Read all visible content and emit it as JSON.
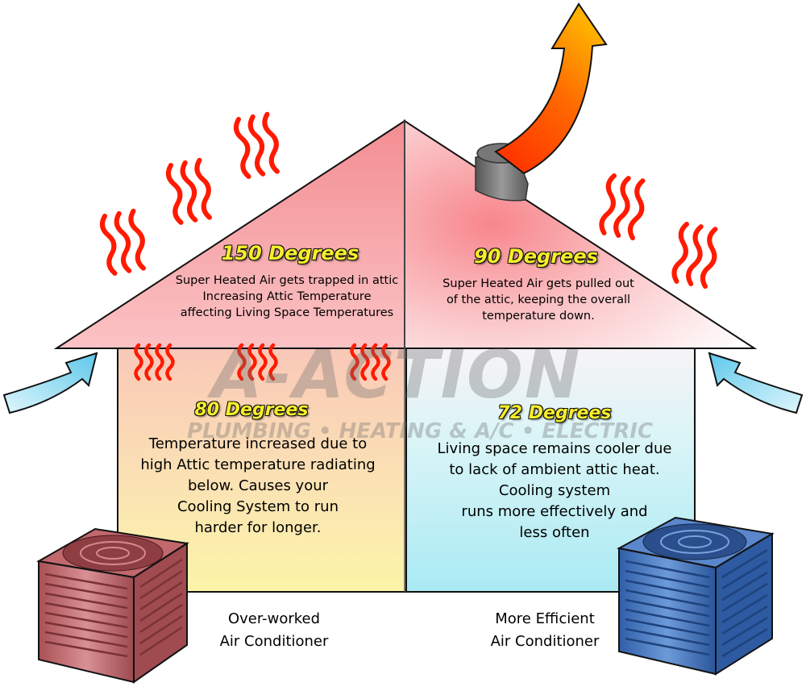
{
  "watermark": {
    "brand": "A-ACTION",
    "tagline": "PLUMBING • HEATING & A/C • ELECTRIC"
  },
  "left_attic": {
    "temperature": "150 Degrees",
    "line1": "Super Heated Air gets trapped in attic",
    "line2": "Increasing Attic Temperature",
    "line3": "affecting Living Space Temperatures"
  },
  "right_attic": {
    "temperature": "90 Degrees",
    "line1": "Super Heated Air gets pulled out",
    "line2": "of the attic, keeping the overall",
    "line3": "temperature down."
  },
  "left_room": {
    "temperature": "80 Degrees",
    "line1": "Temperature increased due to",
    "line2": "high Attic temperature radiating",
    "line3": "below. Causes your",
    "line4": "Cooling System to run",
    "line5": "harder for longer."
  },
  "right_room": {
    "temperature": "72 Degrees",
    "line1": "Living space remains cooler due",
    "line2": "to lack of ambient attic heat.",
    "line3": "Cooling system",
    "line4": "runs more effectively and",
    "line5": "less often"
  },
  "left_ac": {
    "line1": "Over-worked",
    "line2": "Air Conditioner",
    "icon": "air-conditioner-unit-icon",
    "color": "#c97a7e"
  },
  "right_ac": {
    "line1": "More Efficient",
    "line2": "Air Conditioner",
    "icon": "air-conditioner-unit-icon",
    "color": "#4a7bc4"
  },
  "colors": {
    "heat_waves": "#ff1a00",
    "hot_attic": "#f7a4a8",
    "warm_room": "#fbdcb0",
    "cool_room": "#bfeff5",
    "exhaust_arrow": "#ff6a00",
    "intake_arrow": "#7fd6ee"
  }
}
